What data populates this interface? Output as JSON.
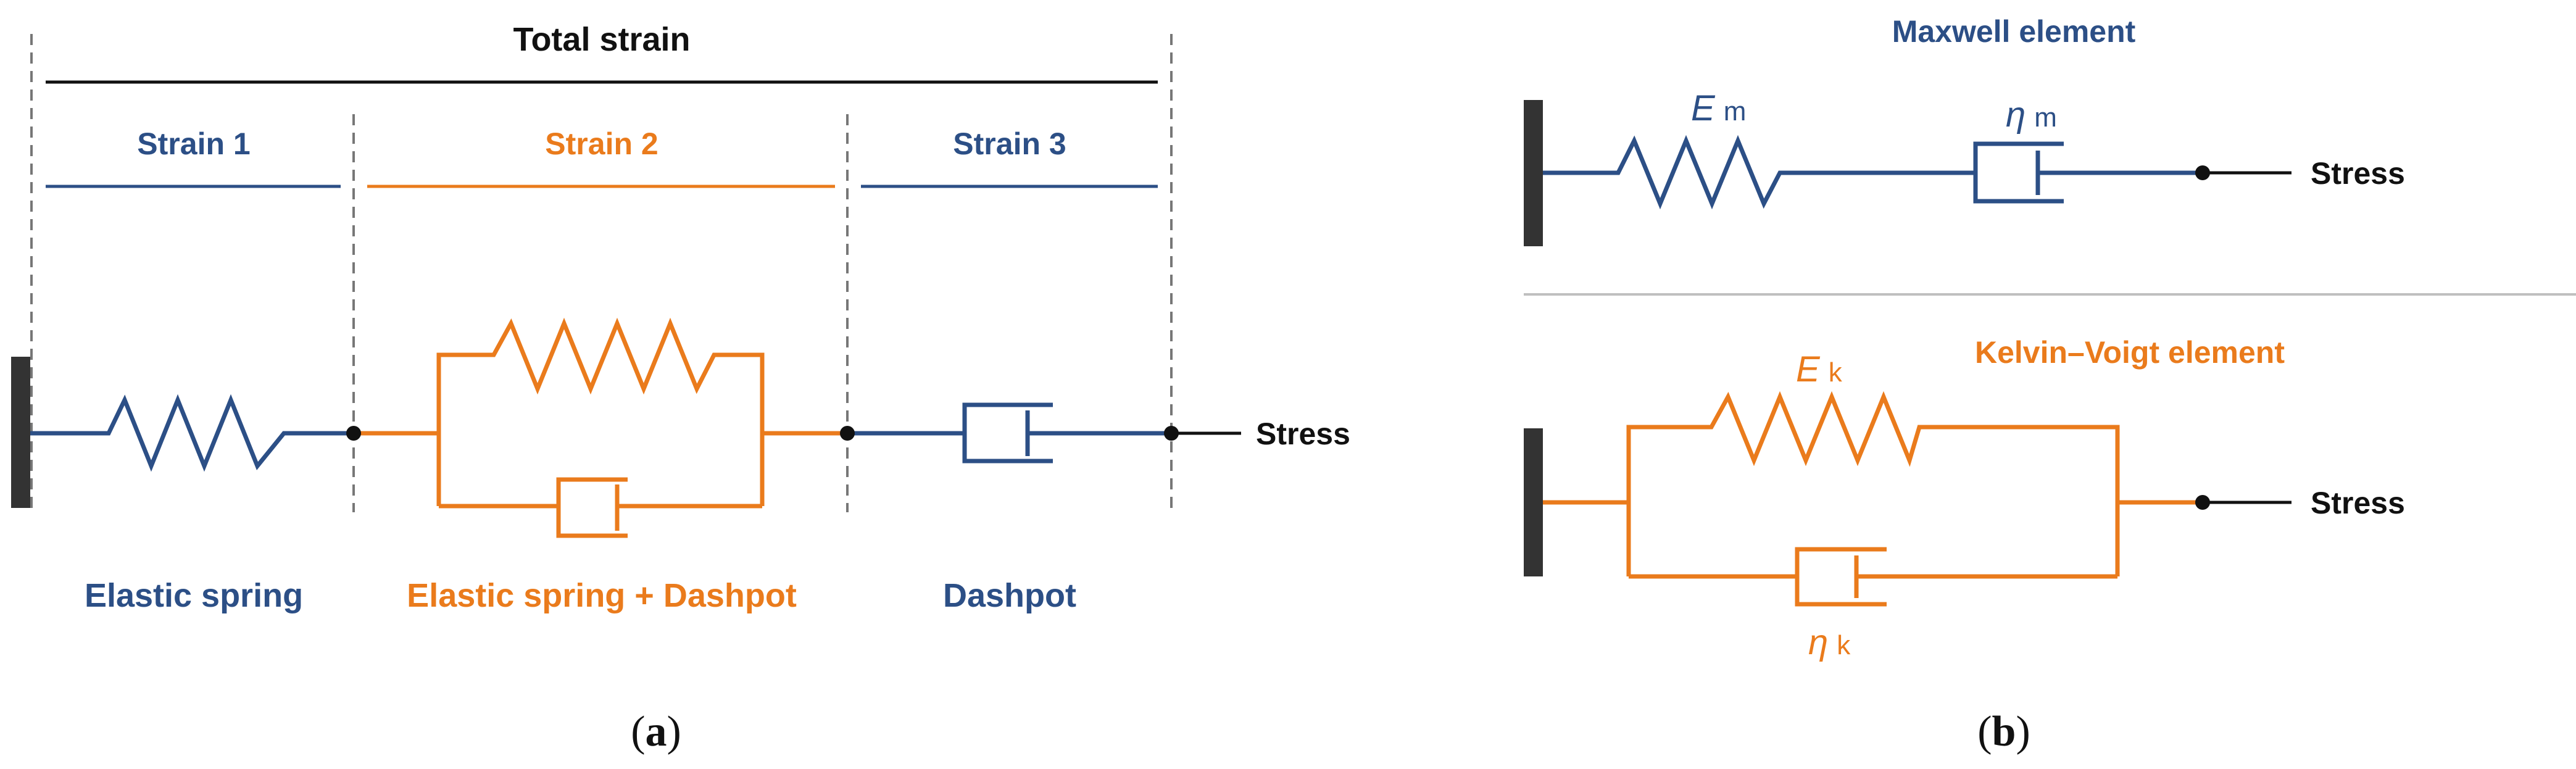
{
  "colors": {
    "blue": "#2c4f86",
    "orange": "#ea7b1c",
    "black": "#111111",
    "wall": "#333333",
    "grey_divider": "#bfbfbf",
    "dash": "#777777"
  },
  "panel_a": {
    "total_strain": "Total strain",
    "strain1": "Strain 1",
    "strain2": "Strain 2",
    "strain3": "Strain 3",
    "stress": "Stress",
    "elastic_spring": "Elastic spring",
    "spring_dashpot": "Elastic spring + Dashpot",
    "dashpot": "Dashpot",
    "caption_open": "(",
    "caption_letter": "a",
    "caption_close": ")"
  },
  "panel_b": {
    "maxwell_title": "Maxwell element",
    "maxwell_E": "E",
    "maxwell_E_sub": "m",
    "maxwell_eta": "η",
    "maxwell_eta_sub": "m",
    "maxwell_stress": "Stress",
    "kv_title": "Kelvin–Voigt element",
    "kv_E": "E",
    "kv_E_sub": "k",
    "kv_eta": "η",
    "kv_eta_sub": "k",
    "kv_stress": "Stress",
    "caption_open": "(",
    "caption_letter": "b",
    "caption_close": ")"
  }
}
